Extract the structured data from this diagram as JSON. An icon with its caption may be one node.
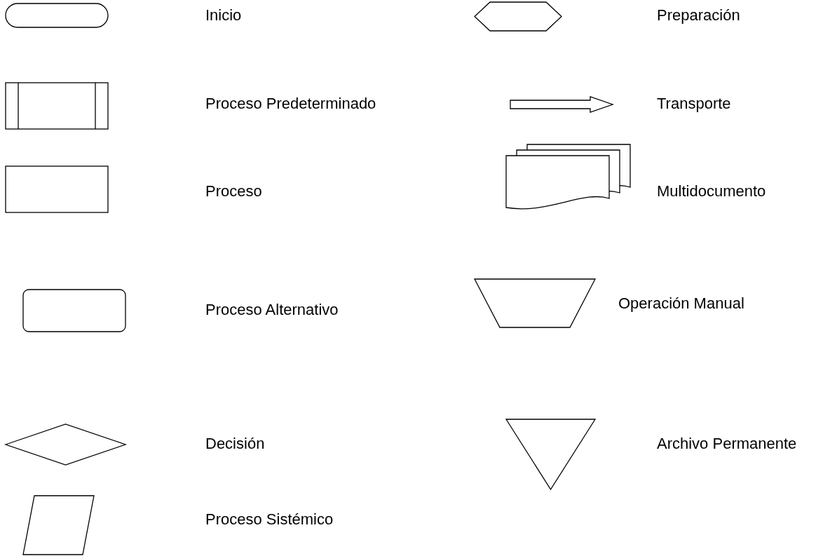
{
  "diagram": {
    "nodes": [
      {
        "text": [],
        "shape": "terminator"
      },
      {
        "text": [],
        "shape": "hexagon"
      },
      {
        "text": [],
        "shape": "subroutine"
      },
      {
        "text": [],
        "shape": "arrow"
      },
      {
        "text": [],
        "shape": "box"
      },
      {
        "text": [],
        "shape": "documents"
      },
      {
        "text": [],
        "shape": "rounded"
      },
      {
        "text": [],
        "shape": "trapezoid"
      },
      {
        "text": [],
        "shape": "diamond"
      },
      {
        "text": [],
        "shape": "triangle"
      },
      {
        "text": [],
        "shape": "parallelogram"
      }
    ],
    "labels": [
      "Inicio",
      "Preparación",
      "Proceso Predeterminado",
      "Transporte",
      "Proceso",
      "Multidocumento",
      "Proceso Alternativo",
      "Operación Manual",
      "Decisión",
      "Archivo Permanente",
      "Proceso Sistémico"
    ]
  }
}
